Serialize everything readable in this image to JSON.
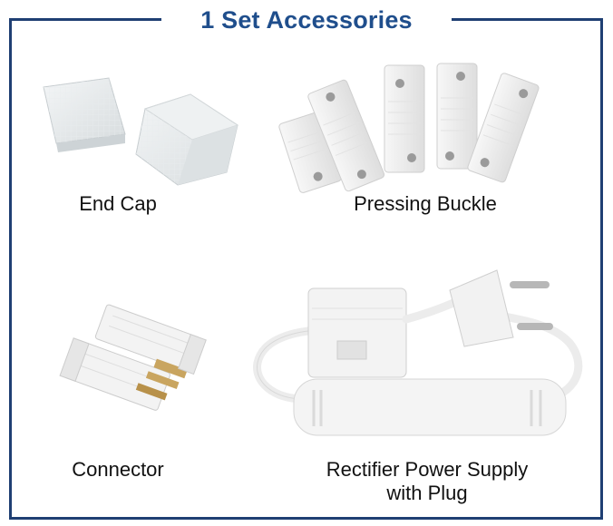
{
  "title": "1 Set Accessories",
  "items": [
    {
      "label": "End Cap"
    },
    {
      "label": "Pressing Buckle"
    },
    {
      "label": "Connector"
    },
    {
      "label_line1": "Rectifier Power Supply",
      "label_line2": "with Plug"
    }
  ],
  "colors": {
    "frame": "#1f3f73",
    "title": "#1f4e8c"
  }
}
